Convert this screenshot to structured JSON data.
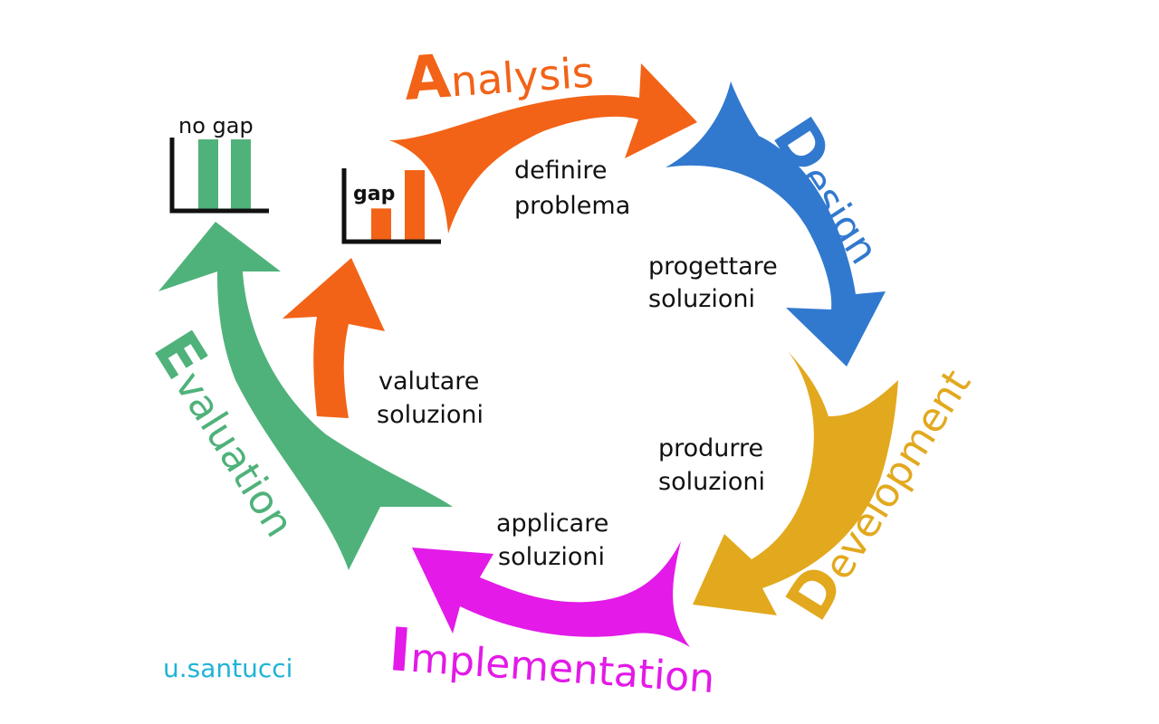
{
  "phases": {
    "analysis": {
      "initial": "A",
      "rest": "nalysis",
      "color": "#f26317"
    },
    "design": {
      "initial": "D",
      "rest": "esign",
      "color": "#3179cf"
    },
    "development": {
      "initial": "D",
      "rest": "evelopment",
      "color": "#e2a91e"
    },
    "implementation": {
      "initial": "I",
      "rest": "mplementation",
      "color": "#e31ae8"
    },
    "evaluation": {
      "initial": "E",
      "rest": "valuation",
      "color": "#4fb27a"
    }
  },
  "descriptions": {
    "analysis": [
      "definire",
      "problema"
    ],
    "design": [
      "progettare",
      "soluzioni"
    ],
    "development": [
      "produrre",
      "soluzioni"
    ],
    "implementation": [
      "applicare",
      "soluzioni"
    ],
    "evaluation": [
      "valutare",
      "soluzioni"
    ]
  },
  "mini_charts": {
    "gap": {
      "label": "gap",
      "bar_color": "#f26317",
      "values": [
        0.45,
        1.0
      ]
    },
    "no_gap": {
      "label": "no gap",
      "bar_color": "#4fb27a",
      "values": [
        1.0,
        1.0
      ]
    }
  },
  "credit": "u.santucci"
}
